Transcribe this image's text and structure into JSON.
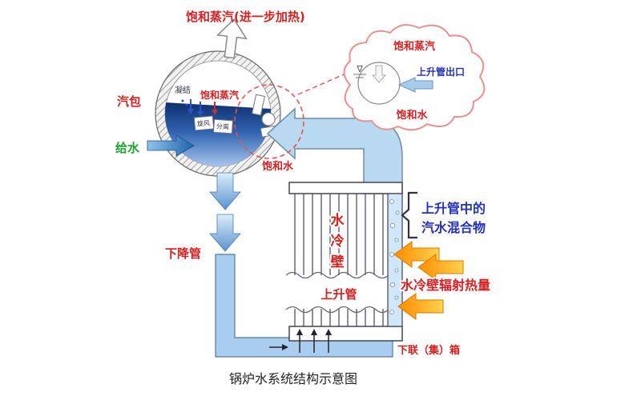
{
  "page": {
    "caption": "锅炉水系统结构示意图"
  },
  "colors": {
    "label_red": "#d42020",
    "label_blue": "#2230c0",
    "label_green": "#1fa32a",
    "caption_black": "#222222",
    "water_dark": "#0f2f6e",
    "pipe_blue": "#a9cdec",
    "big_pipe_blue": "#b9d9f1",
    "orange_arrow": "#ff8c00",
    "cloud_outline": "#e89090",
    "callout_red": "#e05555"
  },
  "labels": {
    "top_steam": "饱和蒸汽(进一步加热)",
    "drum": "汽包",
    "condensation": "凝结",
    "saturated_steam": "饱和蒸汽",
    "feedwater": "给水",
    "saturated_water": "饱和水",
    "downcomer": "下降管",
    "water_wall": [
      "水",
      "冷",
      "壁"
    ],
    "riser": "上升管",
    "mixture_line1": "上升管中的",
    "mixture_line2": "汽水混合物",
    "radiation_heat": "水冷壁辐射热量",
    "lower_header": "下联（集）箱",
    "separator_tag_a": "旋风",
    "separator_tag_b": "分离",
    "water_level_symbol": "∇"
  },
  "cloud": {
    "saturated_steam": "饱和蒸汽",
    "riser_outlet": "上升管出口",
    "saturated_water": "饱和水"
  }
}
